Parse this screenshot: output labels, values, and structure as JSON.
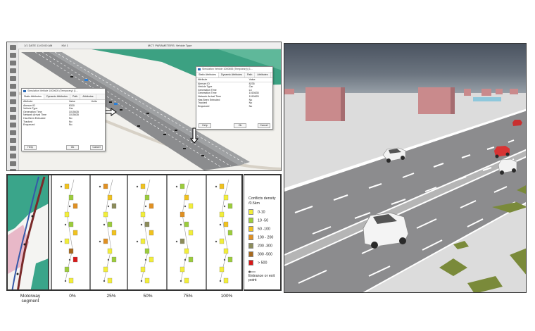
{
  "sim_window": {
    "toolbar_items": [
      "1/1 DATE 11:00:00 AM",
      "KM 1"
    ],
    "top_title": "MCT: PARAMETERS: Vehicle Type",
    "dialog_left": {
      "title": "Simulation Vehicle 1000605 (Temporary) (1...",
      "tabs": [
        "Static Attributes",
        "Dynamic Attributes",
        "Path",
        "Attributes"
      ],
      "header": [
        "Attribute",
        "Value",
        "Units"
      ],
      "rows": [
        [
          "Airmum ID",
          "8330"
        ],
        [
          "Vehicle Type",
          "Car"
        ],
        [
          "Generation Time",
          "1015635"
        ],
        [
          "Network Arrival Time",
          "1015635"
        ],
        [
          "Has Been Entruded",
          "No"
        ],
        [
          "Tracked",
          "No"
        ],
        [
          "Enqueued",
          "No"
        ]
      ],
      "buttons": [
        "Help",
        "Ok",
        "Cancel"
      ]
    },
    "dialog_right": {
      "title": "Simulation Vehicle 1000655 (Temporary) (1...",
      "tabs": [
        "Static Attributes",
        "Dynamic Attributes",
        "Path",
        "Attributes"
      ],
      "header": [
        "Attribute",
        "Value"
      ],
      "rows": [
        [
          "Airmum ID",
          "8235"
        ],
        [
          "Vehicle Type",
          "Car"
        ],
        [
          "Generation Time",
          "L4"
        ],
        [
          "Generation Time",
          "1015635"
        ],
        [
          "Network Arrival Time",
          "1015625"
        ],
        [
          "Has Been Entruded",
          "No"
        ],
        [
          "Tracked",
          "No"
        ],
        [
          "Enqueued",
          "No"
        ]
      ],
      "buttons": [
        "Help",
        "Ok",
        "Cancel"
      ]
    }
  },
  "conflict_map": {
    "segment_caption": "Motorway segment",
    "scenario_labels": [
      "0%",
      "25%",
      "50%",
      "75%",
      "100%"
    ]
  },
  "legend": {
    "title": "Conflicts density /0.5km",
    "classes": [
      {
        "label": "0-10",
        "color": "#f2ee3a"
      },
      {
        "label": "10 -50",
        "color": "#9ccc3c"
      },
      {
        "label": "50 -100",
        "color": "#f0c21e"
      },
      {
        "label": "100 - 200",
        "color": "#e09022"
      },
      {
        "label": "200 -300",
        "color": "#8c8c5a"
      },
      {
        "label": "300 -500",
        "color": "#a86a1e"
      },
      {
        "label": "> 500",
        "color": "#d81818"
      }
    ],
    "entrance_label": "Entrance or exit point"
  },
  "colors": {
    "road": "#8c8c8c",
    "park_green": "#3a9a7a",
    "sky": "#5a6472",
    "building": "#c98a8c"
  }
}
